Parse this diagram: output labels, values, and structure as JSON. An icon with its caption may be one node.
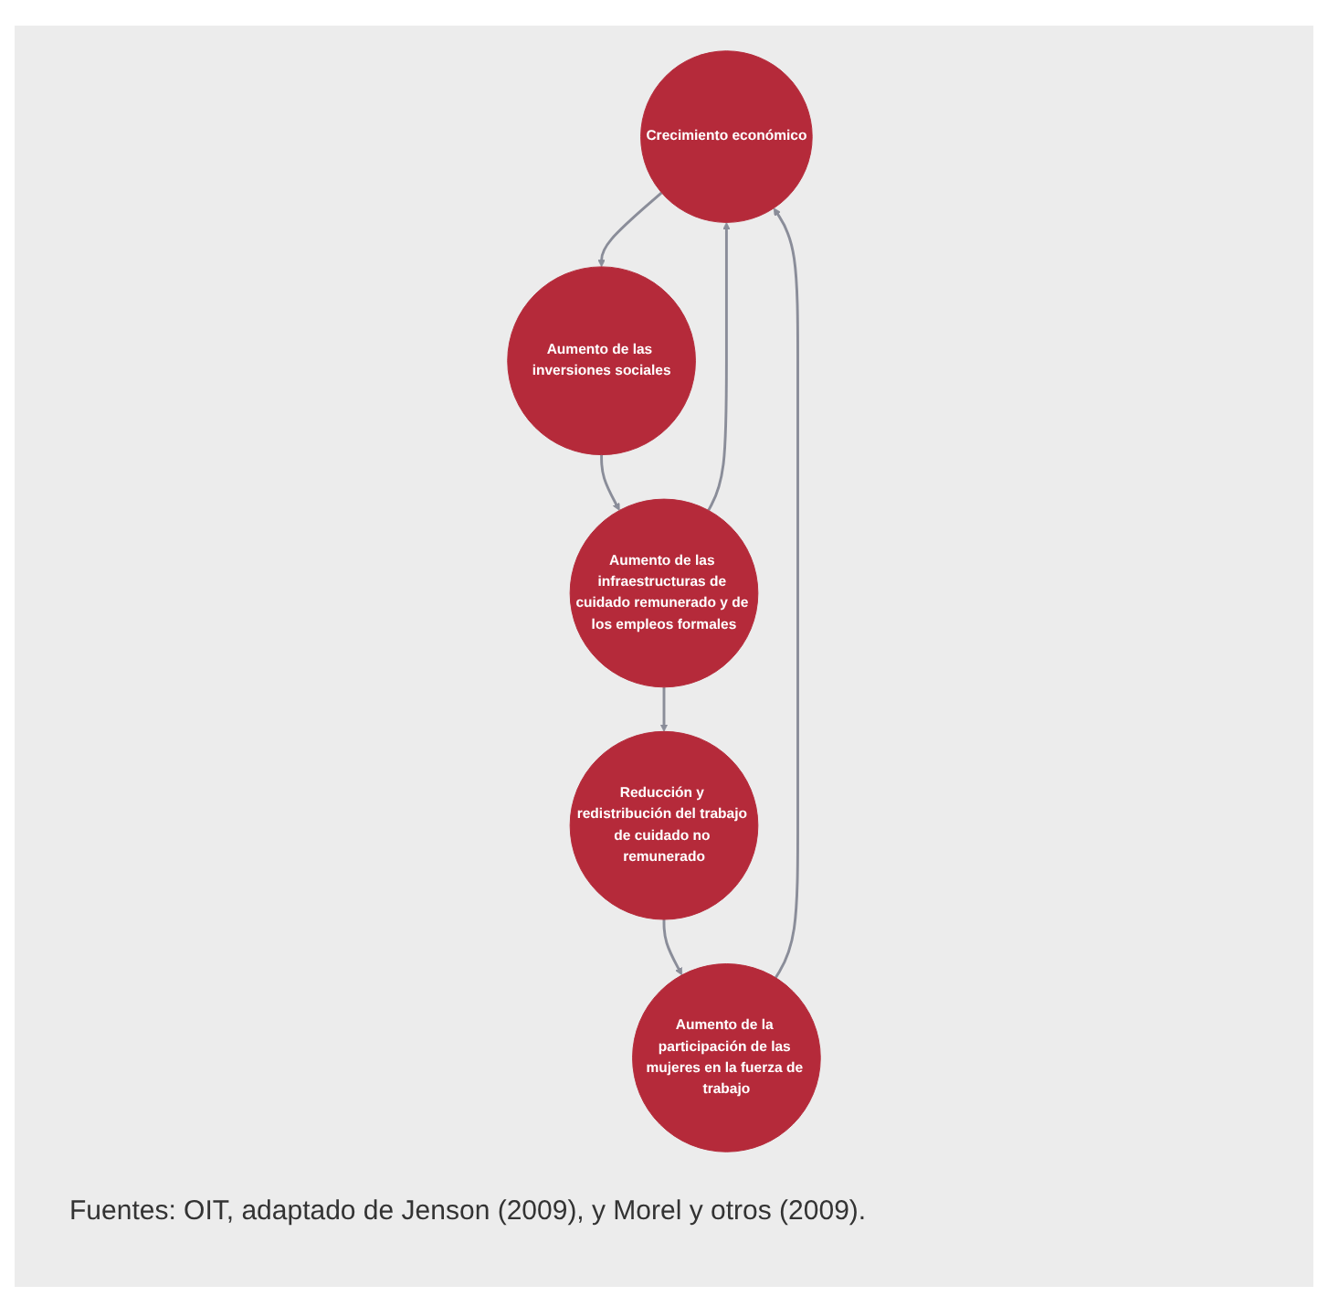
{
  "diagram": {
    "caption": "Fuentes: OIT, adaptado de Jenson (2009), y Morel y otros (2009).",
    "nodes": [
      {
        "text": [
          "Crecimiento económico"
        ]
      },
      {
        "text": [
          "Aumento de las inversiones sociales"
        ]
      },
      {
        "text": [
          "Aumento de las infraestructuras de cuidado remunerado y de los empleos formales"
        ]
      },
      {
        "text": [
          "Reducción y redistribución del trabajo de cuidado no remunerado"
        ]
      },
      {
        "text": [
          "Aumento de la participación de las mujeres en la fuerza de trabajo"
        ]
      }
    ],
    "edges": [
      {
        "from": 0,
        "to": 1,
        "arrow": "to"
      },
      {
        "from": 1,
        "to": 2,
        "arrow": "to"
      },
      {
        "from": 2,
        "to": 0,
        "arrow": "to"
      },
      {
        "from": 2,
        "to": 3,
        "arrow": "to"
      },
      {
        "from": 3,
        "to": 4,
        "arrow": "to"
      },
      {
        "from": 4,
        "to": 0,
        "arrow": "to"
      }
    ]
  }
}
